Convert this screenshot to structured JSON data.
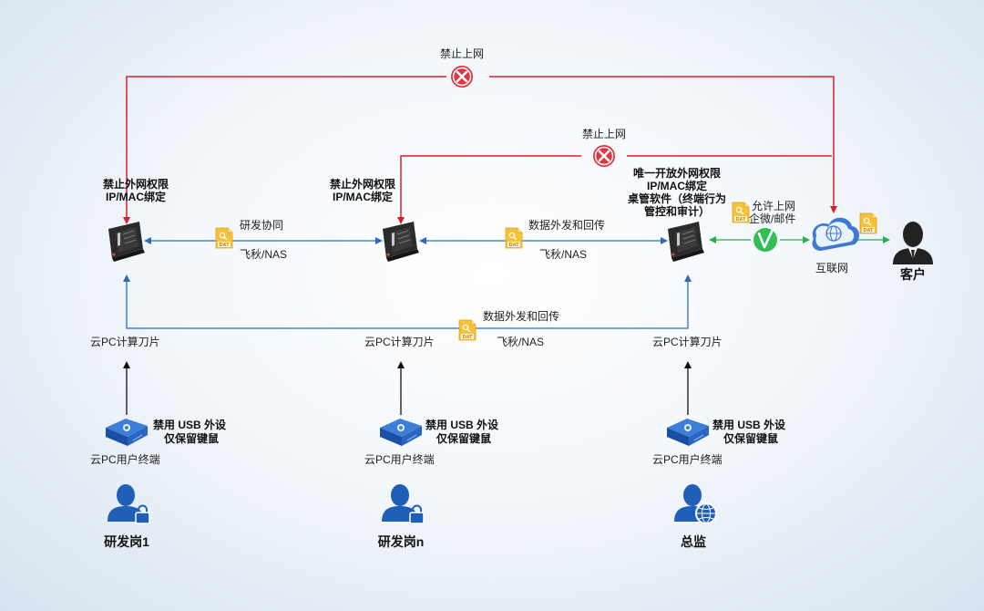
{
  "forbid_top": "禁止上网",
  "forbid_mid": "禁止上网",
  "blade1": {
    "perm_line1": "禁止外网权限",
    "perm_line2": "IP/MAC绑定",
    "label": "云PC计算刀片"
  },
  "blade2": {
    "perm_line1": "禁止外网权限",
    "perm_line2": "IP/MAC绑定",
    "label": "云PC计算刀片"
  },
  "blade3": {
    "perm_line1": "唯一开放外网权限",
    "perm_line2": "IP/MAC绑定",
    "perm_line3": "桌管软件（终端行为",
    "perm_line4": "管控和审计）",
    "label": "云PC计算刀片"
  },
  "link12": {
    "top": "研发协同",
    "bottom": "飞秋/NAS"
  },
  "link23": {
    "top": "数据外发和回传",
    "bottom": "飞秋/NAS"
  },
  "link13": {
    "top": "数据外发和回传",
    "bottom": "飞秋/NAS"
  },
  "allow": {
    "line1": "允许上网",
    "line2": "企微/邮件"
  },
  "internet": "互联网",
  "customer": "客户",
  "terminal1": {
    "label": "云PC用户终端",
    "usb_line1": "禁用 USB 外设",
    "usb_line2": "仅保留键鼠"
  },
  "terminal2": {
    "label": "云PC用户终端",
    "usb_line1": "禁用 USB 外设",
    "usb_line2": "仅保留键鼠"
  },
  "terminal3": {
    "label": "云PC用户终端",
    "usb_line1": "禁用 USB 外设",
    "usb_line2": "仅保留键鼠"
  },
  "user1": "研发岗1",
  "user2": "研发岗n",
  "user3": "总监",
  "file_icon_text": "DAT",
  "colors": {
    "forbid": "#d9202a",
    "link": "#2e6db5",
    "allow": "#25b24a",
    "icon_blue": "#1f5fb8"
  }
}
